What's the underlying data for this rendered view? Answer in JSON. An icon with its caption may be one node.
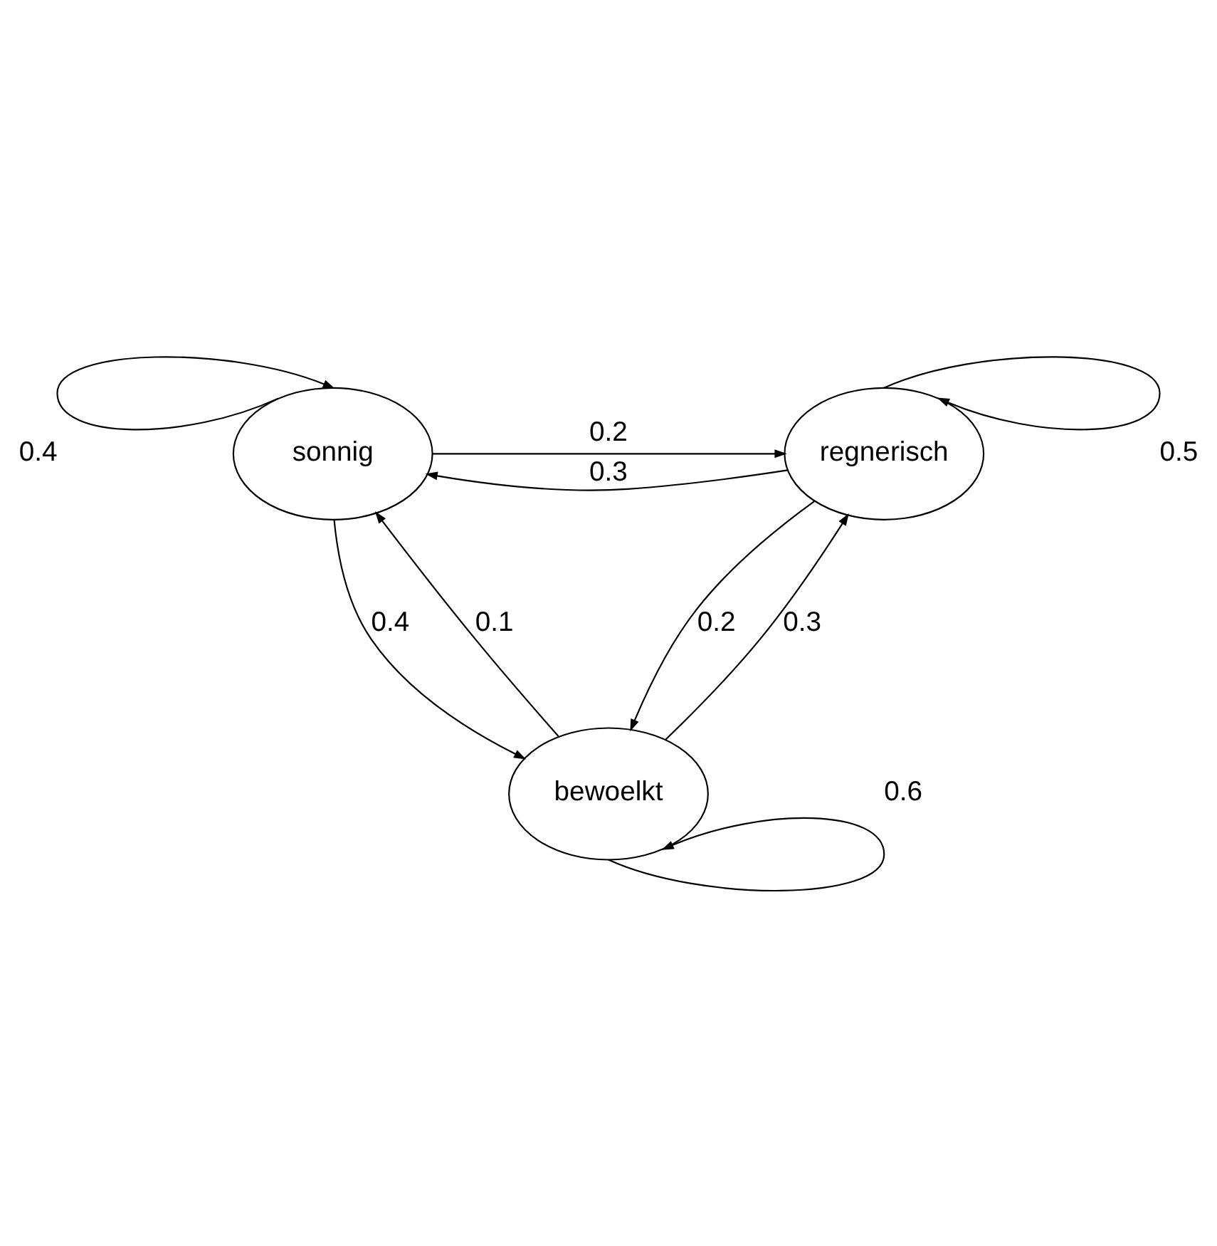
{
  "diagram": {
    "nodes": [
      {
        "text": [
          "sonnig"
        ]
      },
      {
        "text": [
          "regnerisch"
        ]
      },
      {
        "text": [
          "bewoelkt"
        ]
      }
    ],
    "edges": [
      {
        "from": 0,
        "to": 0,
        "arrow": "to",
        "label": "0.4"
      },
      {
        "from": 1,
        "to": 1,
        "arrow": "to",
        "label": "0.5"
      },
      {
        "from": 0,
        "to": 1,
        "arrow": "to",
        "label": "0.2"
      },
      {
        "from": 1,
        "to": 0,
        "arrow": "to",
        "label": "0.3"
      },
      {
        "from": 2,
        "to": 0,
        "arrow": "to",
        "label": "0.1"
      },
      {
        "from": 0,
        "to": 2,
        "arrow": "to",
        "label": "0.4"
      },
      {
        "from": 1,
        "to": 2,
        "arrow": "to",
        "label": "0.2"
      },
      {
        "from": 2,
        "to": 1,
        "arrow": "to",
        "label": "0.3"
      },
      {
        "from": 2,
        "to": 2,
        "arrow": "to",
        "label": "0.6"
      }
    ]
  }
}
